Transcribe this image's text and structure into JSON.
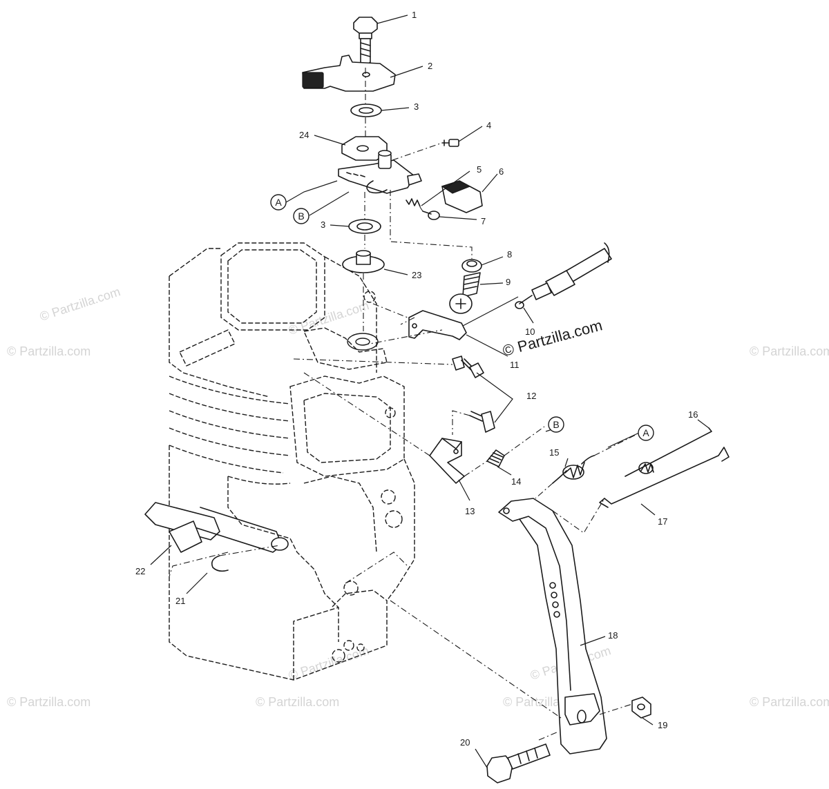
{
  "credit": "© Partzilla.com",
  "watermark": "© Partzilla.com",
  "callouts": {
    "n1": "1",
    "n2": "2",
    "n3a": "3",
    "n3b": "3",
    "n4": "4",
    "n5": "5",
    "n6": "6",
    "n7": "7",
    "n8": "8",
    "n9": "9",
    "n10": "10",
    "n11": "11",
    "n12": "12",
    "n13": "13",
    "n14": "14",
    "n15": "15",
    "n16": "16",
    "n17": "17",
    "n18": "18",
    "n19": "19",
    "n20": "20",
    "n21": "21",
    "n22": "22",
    "n23": "23",
    "n24": "24"
  },
  "refs": {
    "a1": "A",
    "b1": "B",
    "a2": "A",
    "b2": "B"
  },
  "colors": {
    "line": "#1a1a1a",
    "watermark": "#d4d4d4",
    "background": "#ffffff"
  }
}
